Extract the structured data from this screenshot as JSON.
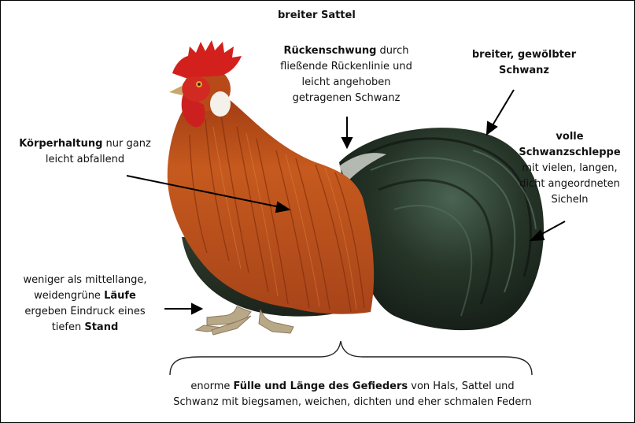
{
  "labels": {
    "saddle": {
      "bold": "breiter Sattel"
    },
    "back": {
      "bold": "Rückenschwung",
      "l1_rest": " durch",
      "l2": "fließende Rückenlinie und",
      "l3": "leicht angehoben",
      "l4": "getragenen Schwanz"
    },
    "tail": {
      "l1": "breiter, gewölbter",
      "l2": "Schwanz"
    },
    "train": {
      "l1": "volle",
      "l2": "Schwanzschleppe",
      "l3": "mit vielen, langen,",
      "l4": "dicht angeordneten",
      "l5": "Sicheln"
    },
    "posture": {
      "bold": "Körperhaltung",
      "l1_rest": " nur ganz",
      "l2": "leicht abfallend"
    },
    "legs": {
      "l1": "weniger als mittellange,",
      "l2_pre": "weidengrüne ",
      "l2_bold": "Läufe",
      "l3": "ergeben Eindruck eines",
      "l4_pre": "tiefen ",
      "l4_bold": "Stand"
    },
    "plumage": {
      "l1_pre": "enorme ",
      "l1_bold": "Fülle und Länge des Gefieders",
      "l1_post": " von Hals, Sattel und",
      "l2": "Schwanz mit biegsamen, weichen, dichten und eher schmalen Federn"
    }
  },
  "colors": {
    "comb": "#d3201c",
    "hackle": "#c2531b",
    "hackle_dark": "#8e3210",
    "tail": "#223025",
    "tail_sheen": "#3f5a48",
    "feet": "#b9a888",
    "earlobe": "#f4f1ea"
  }
}
